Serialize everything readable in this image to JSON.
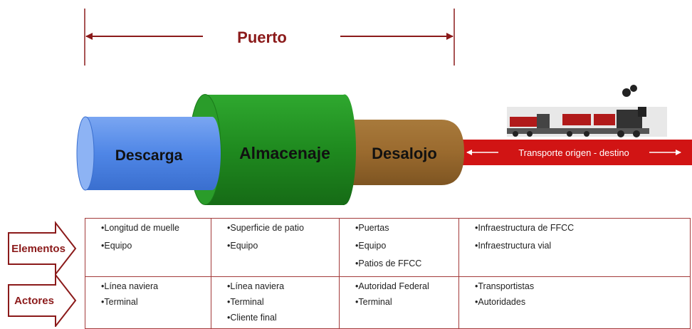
{
  "header": {
    "title": "Puerto"
  },
  "stages": {
    "descarga": "Descarga",
    "almacenaje": "Almacenaje",
    "desalojo": "Desalojo",
    "transporte": "Transporte origen - destino"
  },
  "rows": {
    "elementos": "Elementos",
    "actores": "Actores"
  },
  "table": {
    "elementos": [
      [
        "•Longitud de muelle",
        "•Equipo"
      ],
      [
        "•Superficie de patio",
        "•Equipo"
      ],
      [
        "•Puertas",
        "•Equipo",
        "•Patios de FFCC"
      ],
      [
        "•Infraestructura de FFCC",
        "•Infraestructura vial"
      ]
    ],
    "actores": [
      [
        "•Línea naviera",
        "•Terminal"
      ],
      [
        "•Línea naviera",
        "•Terminal",
        "•Cliente final"
      ],
      [
        "•Autoridad Federal",
        "•Terminal"
      ],
      [
        "•Transportistas",
        "•Autoridades"
      ]
    ]
  },
  "colors": {
    "descarga": "#4f86e6",
    "almacenaje": "#1f8a1f",
    "desalojo": "#9a6a2e",
    "transporte": "#d11414",
    "accent": "#8b1a1a"
  }
}
